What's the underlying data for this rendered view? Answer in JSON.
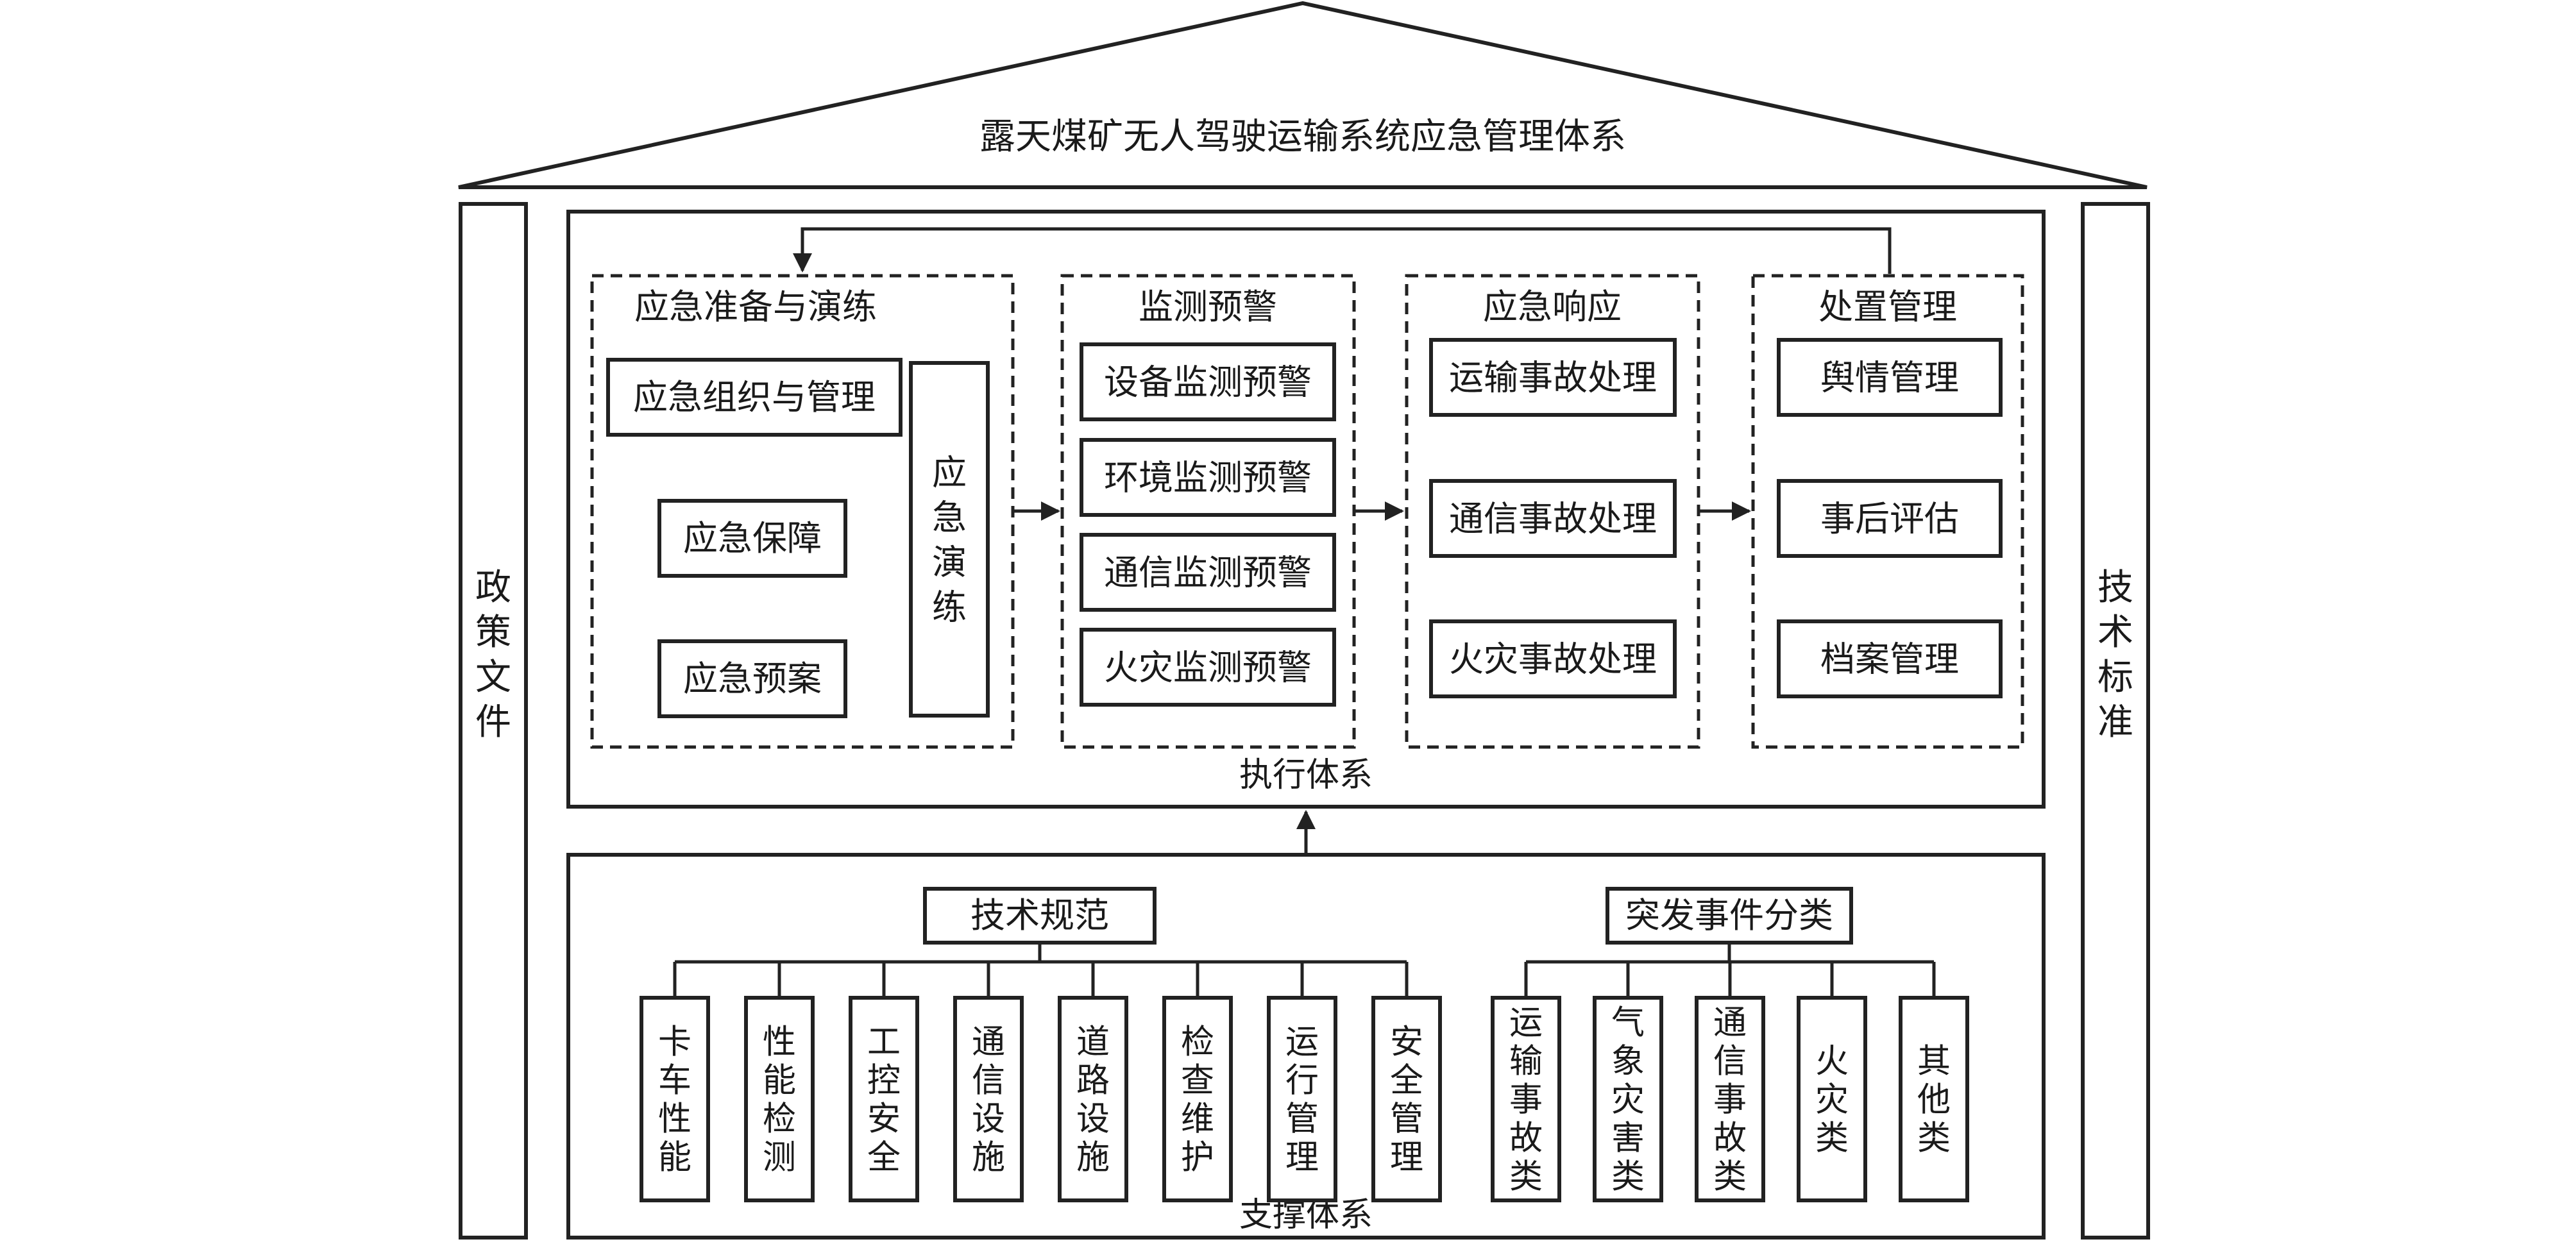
{
  "title": "露天煤矿无人驾驶运输系统应急管理体系",
  "left_pillar": "政策文件",
  "right_pillar": "技术标准",
  "execution": {
    "caption": "执行体系",
    "groups": {
      "preparedness": {
        "title": "应急准备与演练",
        "org": "应急组织与管理",
        "support": "应急保障",
        "plan": "应急预案",
        "drill": "应急演练"
      },
      "monitoring": {
        "title": "监测预警",
        "items": [
          "设备监测预警",
          "环境监测预警",
          "通信监测预警",
          "火灾监测预警"
        ]
      },
      "response": {
        "title": "应急响应",
        "items": [
          "运输事故处理",
          "通信事故处理",
          "火灾事故处理"
        ]
      },
      "disposal": {
        "title": "处置管理",
        "items": [
          "舆情管理",
          "事后评估",
          "档案管理"
        ]
      }
    }
  },
  "support": {
    "caption": "支撑体系",
    "tech_spec": {
      "title": "技术规范",
      "items": [
        "卡车性能",
        "性能检测",
        "工控安全",
        "通信设施",
        "道路设施",
        "检查维护",
        "运行管理",
        "安全管理"
      ]
    },
    "emergency_types": {
      "title": "突发事件分类",
      "items": [
        "运输事故类",
        "气象灾害类",
        "通信事故类",
        "火灾类",
        "其他类"
      ]
    }
  }
}
